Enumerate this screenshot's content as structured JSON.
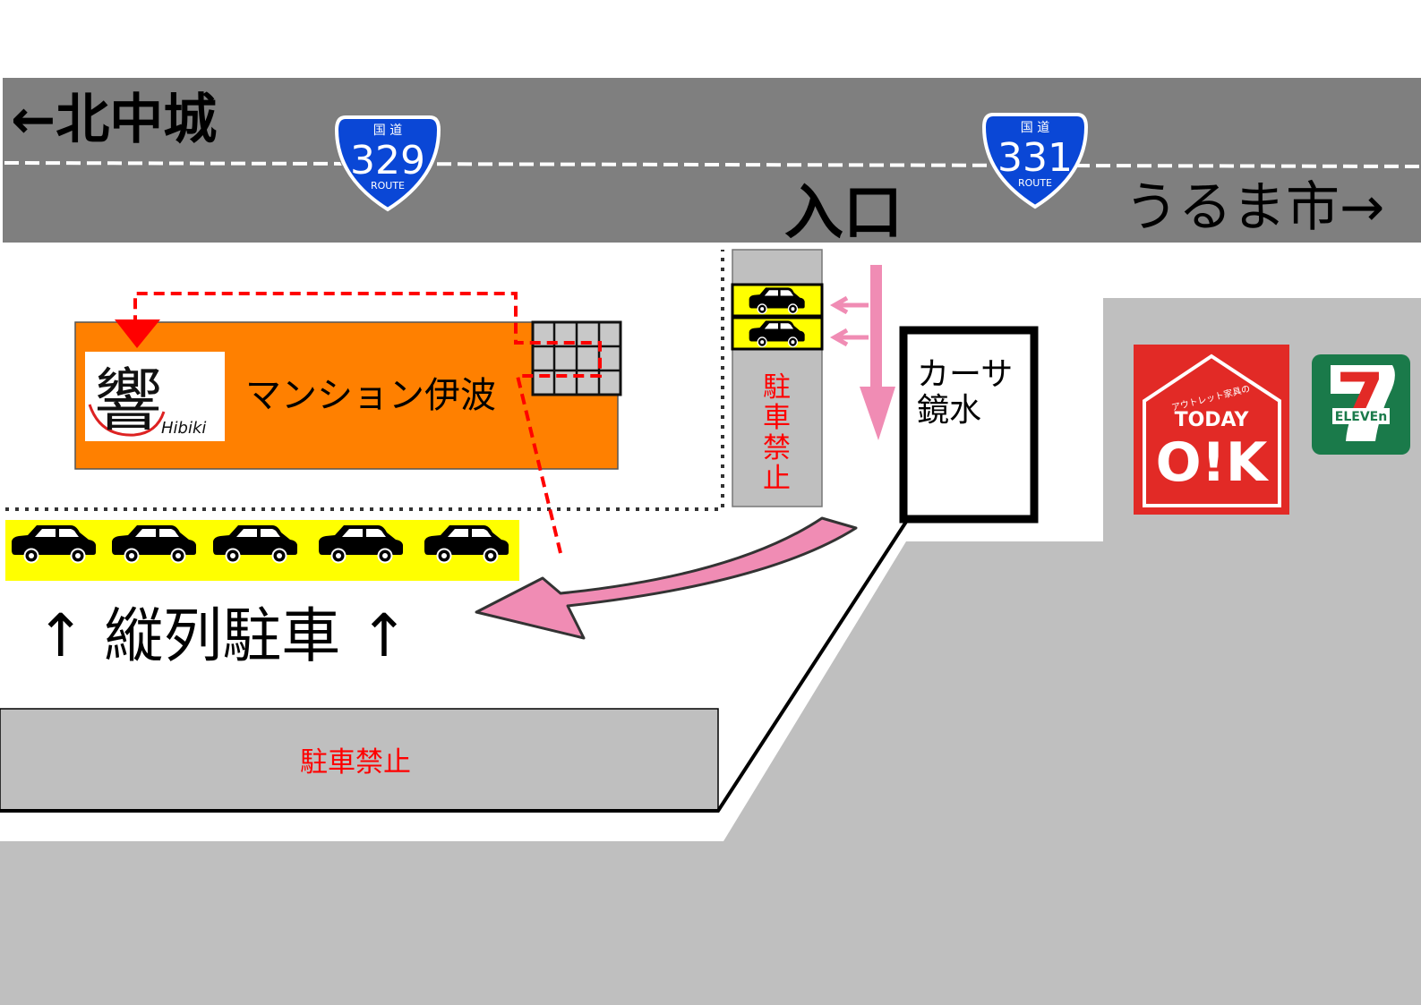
{
  "road": {
    "left_direction": "←北中城",
    "right_direction": "うるま市→",
    "entrance": "入口"
  },
  "route_signs": [
    {
      "top": "国 道",
      "number": "329",
      "bottom": "ROUTE"
    },
    {
      "top": "国 道",
      "number": "331",
      "bottom": "ROUTE"
    }
  ],
  "building": {
    "name": "マンション伊波",
    "logo_kanji": "響",
    "logo_text": "Hibiki"
  },
  "casa": {
    "line1": "カーサ",
    "line2": "鏡水"
  },
  "no_parking_vertical": [
    "駐",
    "車",
    "禁",
    "止"
  ],
  "no_parking_bottom": "駐車禁止",
  "parallel_parking": "↑ 縦列駐車 ↑",
  "stores": {
    "ok_small": "アウトレット家具の",
    "ok_today": "TODAY",
    "ok_logo": "O!K",
    "seven_number": "7",
    "seven_text": "ELEVEn"
  },
  "colors": {
    "road": "#7f7f7f",
    "lot": "#bfbfbf",
    "building": "#ff8000",
    "parking": "#ffff00",
    "route_arrow": "#ff0000",
    "pink_arrow": "#f08cb4",
    "ok_red": "#e22a26",
    "seven_green": "#1a7a4a"
  }
}
